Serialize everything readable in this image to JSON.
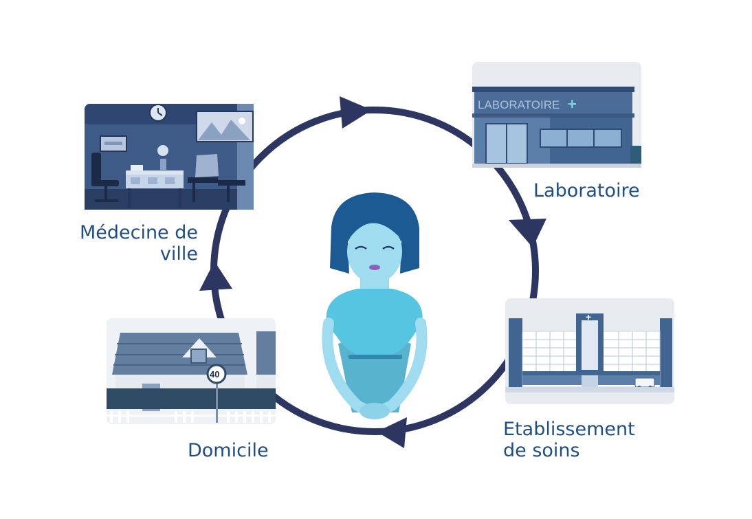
{
  "nodes": {
    "medecine": {
      "line1": "Médecine de",
      "line2": "ville"
    },
    "laboratoire": {
      "label": "Laboratoire",
      "sign": "LABORATOIRE"
    },
    "etablissement": {
      "line1": "Etablissement",
      "line2": "de soins"
    },
    "domicile": {
      "label": "Domicile",
      "number": "40"
    }
  },
  "colors": {
    "cycle": "#2d3561",
    "label": "#1f4e86",
    "hair": "#1c5a94",
    "skin": "#9fdcf0",
    "shirt": "#56c5e2",
    "skirt": "#58b3cf"
  },
  "icons": [
    "clock-icon",
    "mountain-painting-icon",
    "office-chair-icon",
    "desk-icon",
    "pharmacy-cross-icon",
    "ambulance-icon",
    "house-icon",
    "speed-limit-sign-icon",
    "woman-patient-icon"
  ]
}
